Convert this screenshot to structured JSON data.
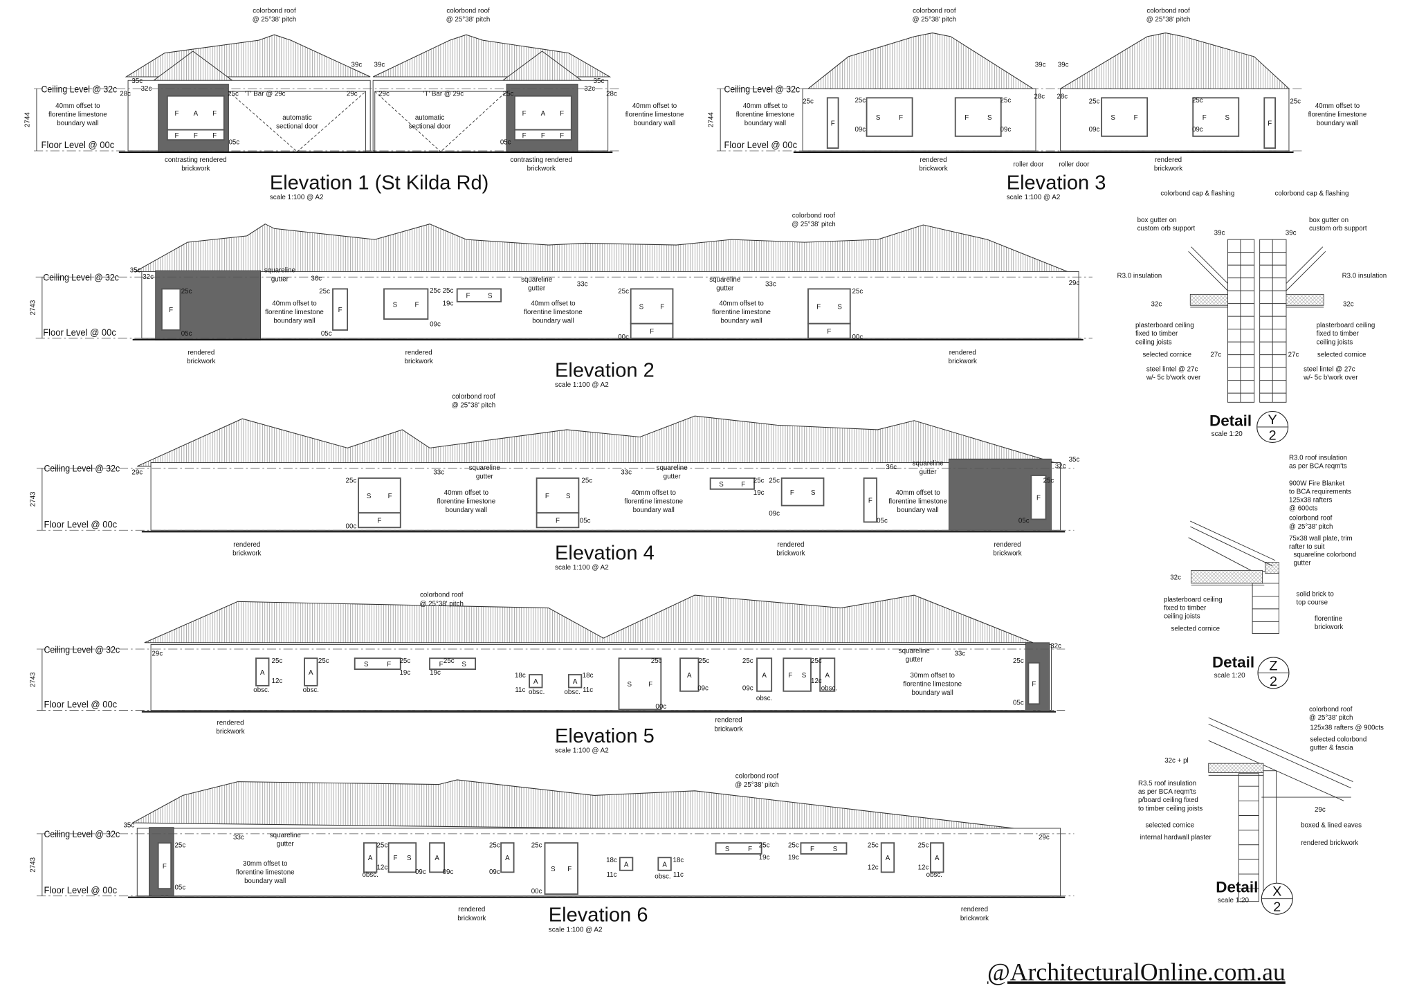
{
  "elevations": [
    {
      "title": "Elevation 1 (St Kilda Rd)",
      "scale": "scale 1:100 @ A2",
      "ceiling": "Ceiling Level @ 32c",
      "floor": "Floor Level @ 00c",
      "height": "2744",
      "notes": [
        "colorbond roof\n@ 25°38' pitch",
        "colorbond roof\n@ 25°38' pitch",
        "39c",
        "39c",
        "35c",
        "35c",
        "32c",
        "32c",
        "28c",
        "28c",
        "25c",
        "25c",
        "'T' Bar @ 29c",
        "'T' Bar @ 29c",
        "29c",
        "29c",
        "40mm offset to\nflorentine limestone\nboundary wall",
        "40mm offset to\nflorentine limestone\nboundary wall",
        "automatic\nsectional door",
        "automatic\nsectional door",
        "05c",
        "05c",
        "contrasting rendered\nbrickwork",
        "contrasting rendered\nbrickwork"
      ],
      "windows": [
        "F A F",
        "F F F",
        "F A F",
        "F F F"
      ]
    },
    {
      "title": "Elevation 3",
      "scale": "scale 1:100 @ A2",
      "ceiling": "Ceiling Level @ 32c",
      "floor": "Floor Level @ 00c",
      "height": "2744",
      "notes": [
        "colorbond roof\n@ 25°38' pitch",
        "colorbond roof\n@ 25°38' pitch",
        "39c",
        "39c",
        "28c",
        "28c",
        "25c",
        "25c",
        "25c",
        "25c",
        "25c",
        "25c",
        "09c",
        "09c",
        "09c",
        "09c",
        "40mm offset to\nflorentine limestone\nboundary wall",
        "40mm offset to\nflorentine limestone\nboundary wall",
        "rendered\nbrickwork",
        "rendered\nbrickwork",
        "roller door",
        "roller door"
      ],
      "windows": [
        "S F",
        "F S",
        "S F",
        "F S",
        "F",
        "F"
      ]
    },
    {
      "title": "Elevation 2",
      "scale": "scale 1:100 @ A2",
      "ceiling": "Ceiling Level @ 32c",
      "floor": "Floor Level @ 00c",
      "height": "2743",
      "notes": [
        "colorbond roof\n@ 25°38' pitch",
        "35c",
        "32c",
        "squareline\ngutter",
        "36c",
        "25c",
        "05c",
        "40mm offset to\nflorentine limestone\nboundary wall",
        "25c",
        "05c",
        "rendered\nbrickwork",
        "25c",
        "25c",
        "19c",
        "09c",
        "rendered\nbrickwork",
        "squareline\ngutter",
        "33c",
        "40mm offset to\nflorentine limestone\nboundary wall",
        "25c",
        "00c",
        "squareline\ngutter",
        "33c",
        "40mm offset to\nflorentine limestone\nboundary wall",
        "25c",
        "00c",
        "29c",
        "rendered\nbrickwork"
      ],
      "windows": [
        "F",
        "F",
        "S F",
        "F S",
        "S F",
        "F",
        "F S",
        "F"
      ]
    },
    {
      "title": "Elevation 4",
      "scale": "scale 1:100 @ A2",
      "ceiling": "Ceiling Level @ 32c",
      "floor": "Floor Level @ 00c",
      "height": "2743",
      "notes": [
        "colorbond roof\n@ 25°38' pitch",
        "29c",
        "squareline\ngutter",
        "squareline\ngutter",
        "squareline\ngutter",
        "33c",
        "33c",
        "36c",
        "40mm offset to\nflorentine limestone\nboundary wall",
        "40mm offset to\nflorentine limestone\nboundary wall",
        "40mm offset to\nflorentine limestone\nboundary wall",
        "25c",
        "25c",
        "25c",
        "25c",
        "25c",
        "19c",
        "09c",
        "00c",
        "05c",
        "05c",
        "05c",
        "32c",
        "35c",
        "rendered\nbrickwork",
        "rendered\nbrickwork",
        "rendered\nbrickwork"
      ],
      "windows": [
        "S F",
        "F",
        "F S",
        "F",
        "S F",
        "F S",
        "F",
        "F"
      ]
    },
    {
      "title": "Elevation 5",
      "scale": "scale 1:100 @ A2",
      "ceiling": "Ceiling Level @ 32c",
      "floor": "Floor Level @ 00c",
      "height": "2743",
      "notes": [
        "colorbond roof\n@ 25°38' pitch",
        "29c",
        "25c",
        "25c",
        "25c",
        "25c",
        "25c",
        "25c",
        "25c",
        "25c",
        "25c",
        "12c",
        "12c",
        "obsc.",
        "obsc.",
        "obsc.",
        "obsc.",
        "obsc.",
        "obsc.",
        "19c",
        "19c",
        "18c",
        "18c",
        "11c",
        "11c",
        "09c",
        "09c",
        "00c",
        "squareline\ngutter",
        "33c",
        "30mm offset to\nflorentine limestone\nboundary wall",
        "32c",
        "05c",
        "rendered\nbrickwork",
        "rendered\nbrickwork"
      ],
      "windows": [
        "A",
        "A",
        "A",
        "A",
        "A",
        "S F",
        "F S",
        "A",
        "A",
        "S F",
        "F S",
        "F"
      ]
    },
    {
      "title": "Elevation 6",
      "scale": "scale 1:100 @ A2",
      "ceiling": "Ceiling Level @ 32c",
      "floor": "Floor Level @ 00c",
      "height": "2743",
      "notes": [
        "colorbond roof\n@ 25°38' pitch",
        "35c",
        "25c",
        "05c",
        "squareline\ngutter",
        "33c",
        "30mm offset to\nflorentine limestone\nboundary wall",
        "25c",
        "12c",
        "obsc.",
        "obsc.",
        "obsc.",
        "09c",
        "09c",
        "09c",
        "25c",
        "25c",
        "25c",
        "25c",
        "25c",
        "25c",
        "19c",
        "19c",
        "18c",
        "18c",
        "11c",
        "11c",
        "12c",
        "12c",
        "00c",
        "29c",
        "rendered\nbrickwork",
        "rendered\nbrickwork"
      ],
      "windows": [
        "F",
        "A",
        "A",
        "A",
        "A",
        "A",
        "F S",
        "S F",
        "A",
        "A",
        "S F",
        "F S"
      ]
    }
  ],
  "details": [
    {
      "title": "Detail",
      "scale": "scale 1:20",
      "ref": "Y",
      "sheet": "2",
      "notes": [
        "colorbond cap & flashing",
        "colorbond cap & flashing",
        "box gutter on\ncustom orb support",
        "box gutter on\ncustom orb support",
        "39c",
        "39c",
        "R3.0 insulation",
        "R3.0 insulation",
        "32c",
        "32c",
        "plasterboard ceiling\nfixed to timber\nceiling joists",
        "plasterboard ceiling\nfixed to timber\nceiling joists",
        "selected cornice",
        "selected cornice",
        "27c",
        "27c",
        "steel lintel @ 27c\nw/- 5c b'work over",
        "steel lintel @ 27c\nw/- 5c b'work over"
      ]
    },
    {
      "title": "Detail",
      "scale": "scale 1:20",
      "ref": "Z",
      "sheet": "2",
      "notes": [
        "R3.0 roof insulation\nas per BCA reqm'ts",
        "900W Fire Blanket\nto BCA requirements",
        "125x38 rafters\n@ 600cts",
        "colorbond roof\n@ 25°38' pitch",
        "75x38 wall plate, trim\nrafter to suit",
        "squareline colorbond\ngutter",
        "32c",
        "plasterboard ceiling\nfixed to timber\nceiling joists",
        "selected cornice",
        "solid brick to\ntop course",
        "florentine\nbrickwork"
      ]
    },
    {
      "title": "Detail",
      "scale": "scale 1:20",
      "ref": "X",
      "sheet": "2",
      "notes": [
        "colorbond roof\n@ 25°38' pitch",
        "125x38 rafters @ 900cts",
        "selected colorbond\ngutter & fascia",
        "32c + pl",
        "R3.5 roof insulation\nas per BCA reqm'ts\np/board ceiling fixed\nto timber ceiling joists",
        "29c",
        "selected cornice",
        "boxed & lined eaves",
        "internal hardwall plaster",
        "rendered brickwork"
      ]
    }
  ],
  "watermark": "@ArchitecturalOnline.com.au",
  "colors": {
    "ink": "#111111",
    "rendered_brick": "#666666"
  }
}
